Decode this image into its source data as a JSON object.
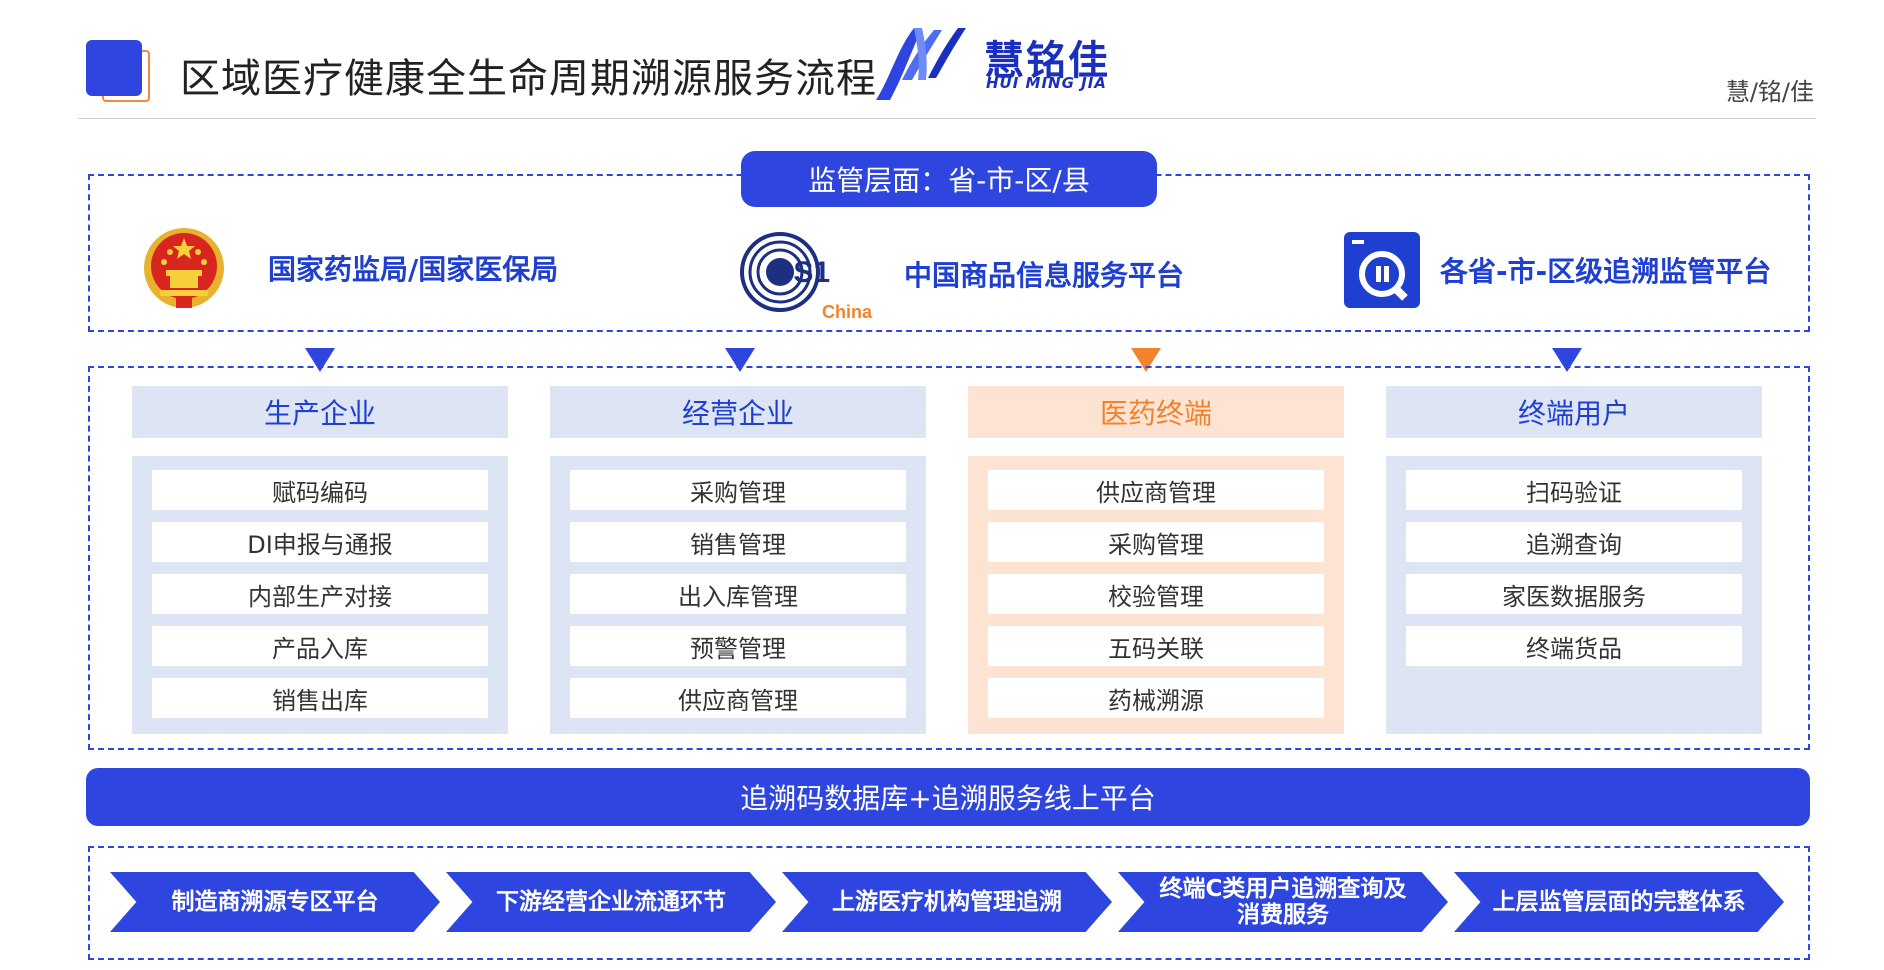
{
  "header": {
    "title": "区域医疗健康全生命周期溯源服务流程",
    "logo_cn": "慧铭佳",
    "logo_en": "HUI MING JIA",
    "right_text": "慧/铭/佳",
    "accent": "#2f45e0",
    "accent_secondary": "#f08a3c"
  },
  "regulation": {
    "pill": "监管层面：省-市-区/县",
    "items": [
      {
        "label": "国家药监局/国家医保局",
        "icon": "national-emblem-icon"
      },
      {
        "label": "中国商品信息服务平台",
        "icon": "gs1-china-logo",
        "logo_text": "GS1",
        "logo_sub": "China"
      },
      {
        "label": "各省-市-区级追溯监管平台",
        "icon": "qr-scan-platform-icon"
      }
    ]
  },
  "columns": [
    {
      "title": "生产企业",
      "theme": "blue",
      "items": [
        "赋码编码",
        "DI申报与通报",
        "内部生产对接",
        "产品入库",
        "销售出库"
      ]
    },
    {
      "title": "经营企业",
      "theme": "blue",
      "items": [
        "采购管理",
        "销售管理",
        "出入库管理",
        "预警管理",
        "供应商管理"
      ]
    },
    {
      "title": "医药终端",
      "theme": "orange",
      "items": [
        "供应商管理",
        "采购管理",
        "校验管理",
        "五码关联",
        "药械溯源"
      ]
    },
    {
      "title": "终端用户",
      "theme": "blue",
      "items": [
        "扫码验证",
        "追溯查询",
        "家医数据服务",
        "终端货品"
      ]
    }
  ],
  "database_bar": "追溯码数据库+追溯服务线上平台",
  "flow": [
    "制造商溯源专区平台",
    "下游经营企业流通环节",
    "上游医疗机构管理追溯",
    "终端C类用户追溯查询及消费服务",
    "上层监管层面的完整体系"
  ],
  "colors": {
    "blue": "#2f45e0",
    "blue_light": "#dde5f4",
    "orange": "#f2832c",
    "orange_light": "#fde3d2"
  }
}
